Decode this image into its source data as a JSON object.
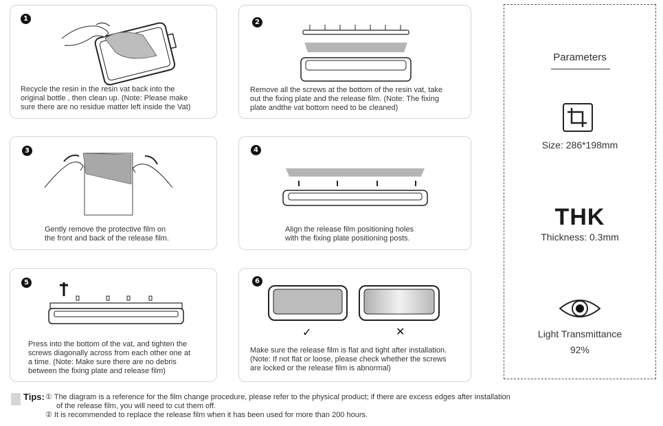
{
  "steps": [
    {
      "number": "1",
      "lines": [
        "Recycle the resin in the resin vat back into the",
        "original bottle , then clean up. (Note: Please make",
        "sure there are no residue matter left inside the Vat)"
      ]
    },
    {
      "number": "2",
      "lines": [
        "Remove all the screws at the bottom of the resin vat, take",
        "out the fixing plate and the release film. (Note: The fixing",
        "plate andthe vat bottom need to be cleaned)"
      ]
    },
    {
      "number": "3",
      "lines": [
        "Gently remove the protective film on",
        "the front and back of the release film."
      ]
    },
    {
      "number": "4",
      "lines": [
        "Align the release film positioning holes",
        "with the fixing plate positioning posts."
      ]
    },
    {
      "number": "5",
      "lines": [
        "Press into the bottom of the vat, and tighten the",
        "screws diagonally across from each other one at",
        "a time. (Note: Make sure there are no debris",
        "between the fixing plate and release film)"
      ]
    },
    {
      "number": "6",
      "lines": [
        "Make sure the release film is flat and tight after installation.",
        "(Note: If not flat or loose, please check whether the screws",
        "are locked or the release film is abnormal)"
      ]
    }
  ],
  "step6_marks": {
    "correct": "✓",
    "incorrect": "✕"
  },
  "parameters": {
    "title": "Parameters",
    "size_label": "Size: 286*198mm",
    "thk_heading": "THK",
    "thickness_label": "Thickness: 0.3mm",
    "transmittance_label": "Light Transmittance",
    "transmittance_value": "92%",
    "icons": [
      "crop-icon",
      "eye-icon"
    ]
  },
  "tips": {
    "label": "Tips:",
    "line1": "① The diagram is a reference for the film change procedure, please refer to the physical product; if there are excess edges after installation",
    "line2": "of the release film, you will need to cut them off.",
    "line3": "② It is recommended to replace the release film when it has been used for more than 200 hours."
  }
}
